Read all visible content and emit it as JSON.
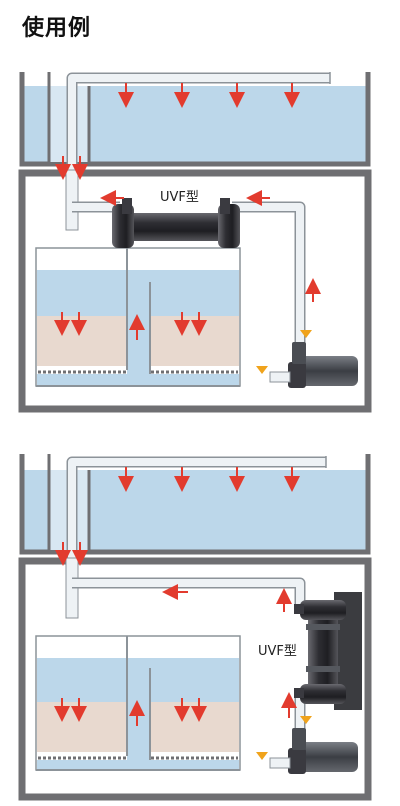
{
  "page": {
    "title": "使用例"
  },
  "diagram1": {
    "label": "UVF型"
  },
  "diagram2": {
    "label": "UVF型"
  },
  "colors": {
    "water": "#bcd7ea",
    "frame": "#6f6f72",
    "sand": "#e8d9cf",
    "arrow": "#e23b2e",
    "pipe_edge": "#8c9399",
    "pipe_fill": "#eef2f5",
    "valve": "#f0a31c",
    "device_dark": "#3a3a40"
  },
  "icons": [
    "flow-arrow-icon",
    "uv-sterilizer-icon",
    "pump-icon",
    "valve-icon"
  ]
}
